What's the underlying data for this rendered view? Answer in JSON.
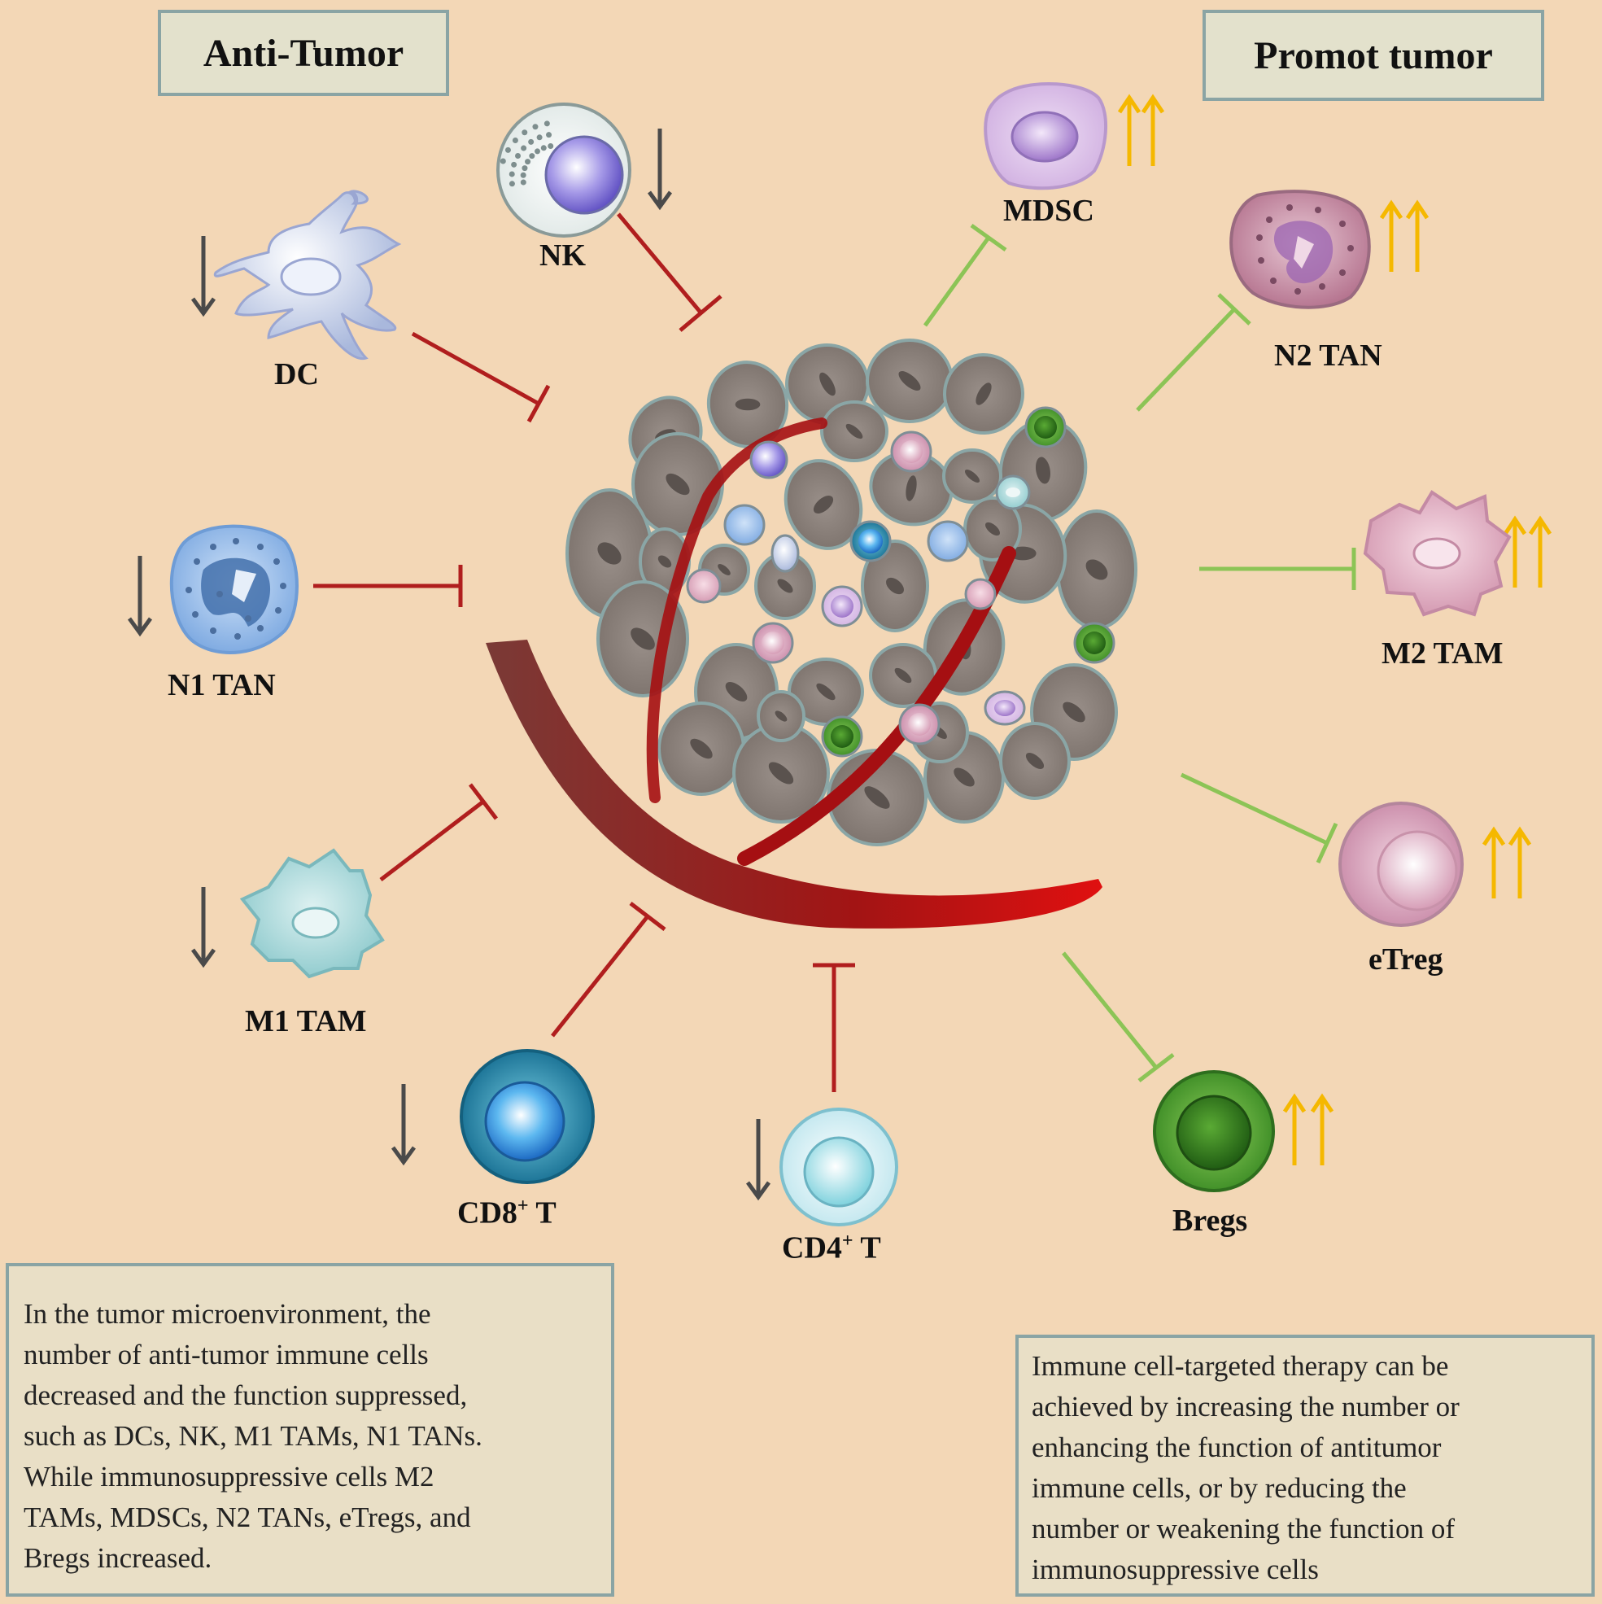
{
  "headers": {
    "anti_tumor": "Anti-Tumor",
    "promote_tumor": "Promot tumor"
  },
  "cells": {
    "nk": "NK",
    "dc": "DC",
    "n1_tan": "N1 TAN",
    "m1_tam": "M1 TAM",
    "cd8_prefix": "CD8",
    "cd8_sup": "+",
    "cd8_suffix": " T",
    "cd4_prefix": "CD4",
    "cd4_sup": "+",
    "cd4_suffix": " T",
    "mdsc": "MDSC",
    "n2_tan": "N2 TAN",
    "m2_tam": "M2 TAM",
    "etreg": "eTreg",
    "bregs": "Bregs"
  },
  "notes": {
    "left": [
      "In the tumor microenvironment,  the",
      "number of anti-tumor immune cells",
      "decreased and the function suppressed,",
      "such as DCs, NK, M1 TAMs, N1 TANs.",
      "While immunosuppressive cells M2",
      "TAMs, MDSCs, N2 TANs, eTregs, and",
      "Bregs increased."
    ],
    "right": [
      "Immune cell-targeted therapy can be",
      "achieved by increasing the number or",
      "enhancing the function of antitumor",
      "immune cells, or by reducing the",
      "number or weakening the function of",
      "immunosuppressive cells"
    ]
  },
  "colors": {
    "background": "#f3d7b6",
    "inhibit_anti": "#b01e1e",
    "inhibit_promote": "#8cc456",
    "arrow_down": "#4a4a4a",
    "arrow_up": "#f5b800",
    "vessel": "#b00f0f",
    "tumor_cell": "#8c827c"
  }
}
